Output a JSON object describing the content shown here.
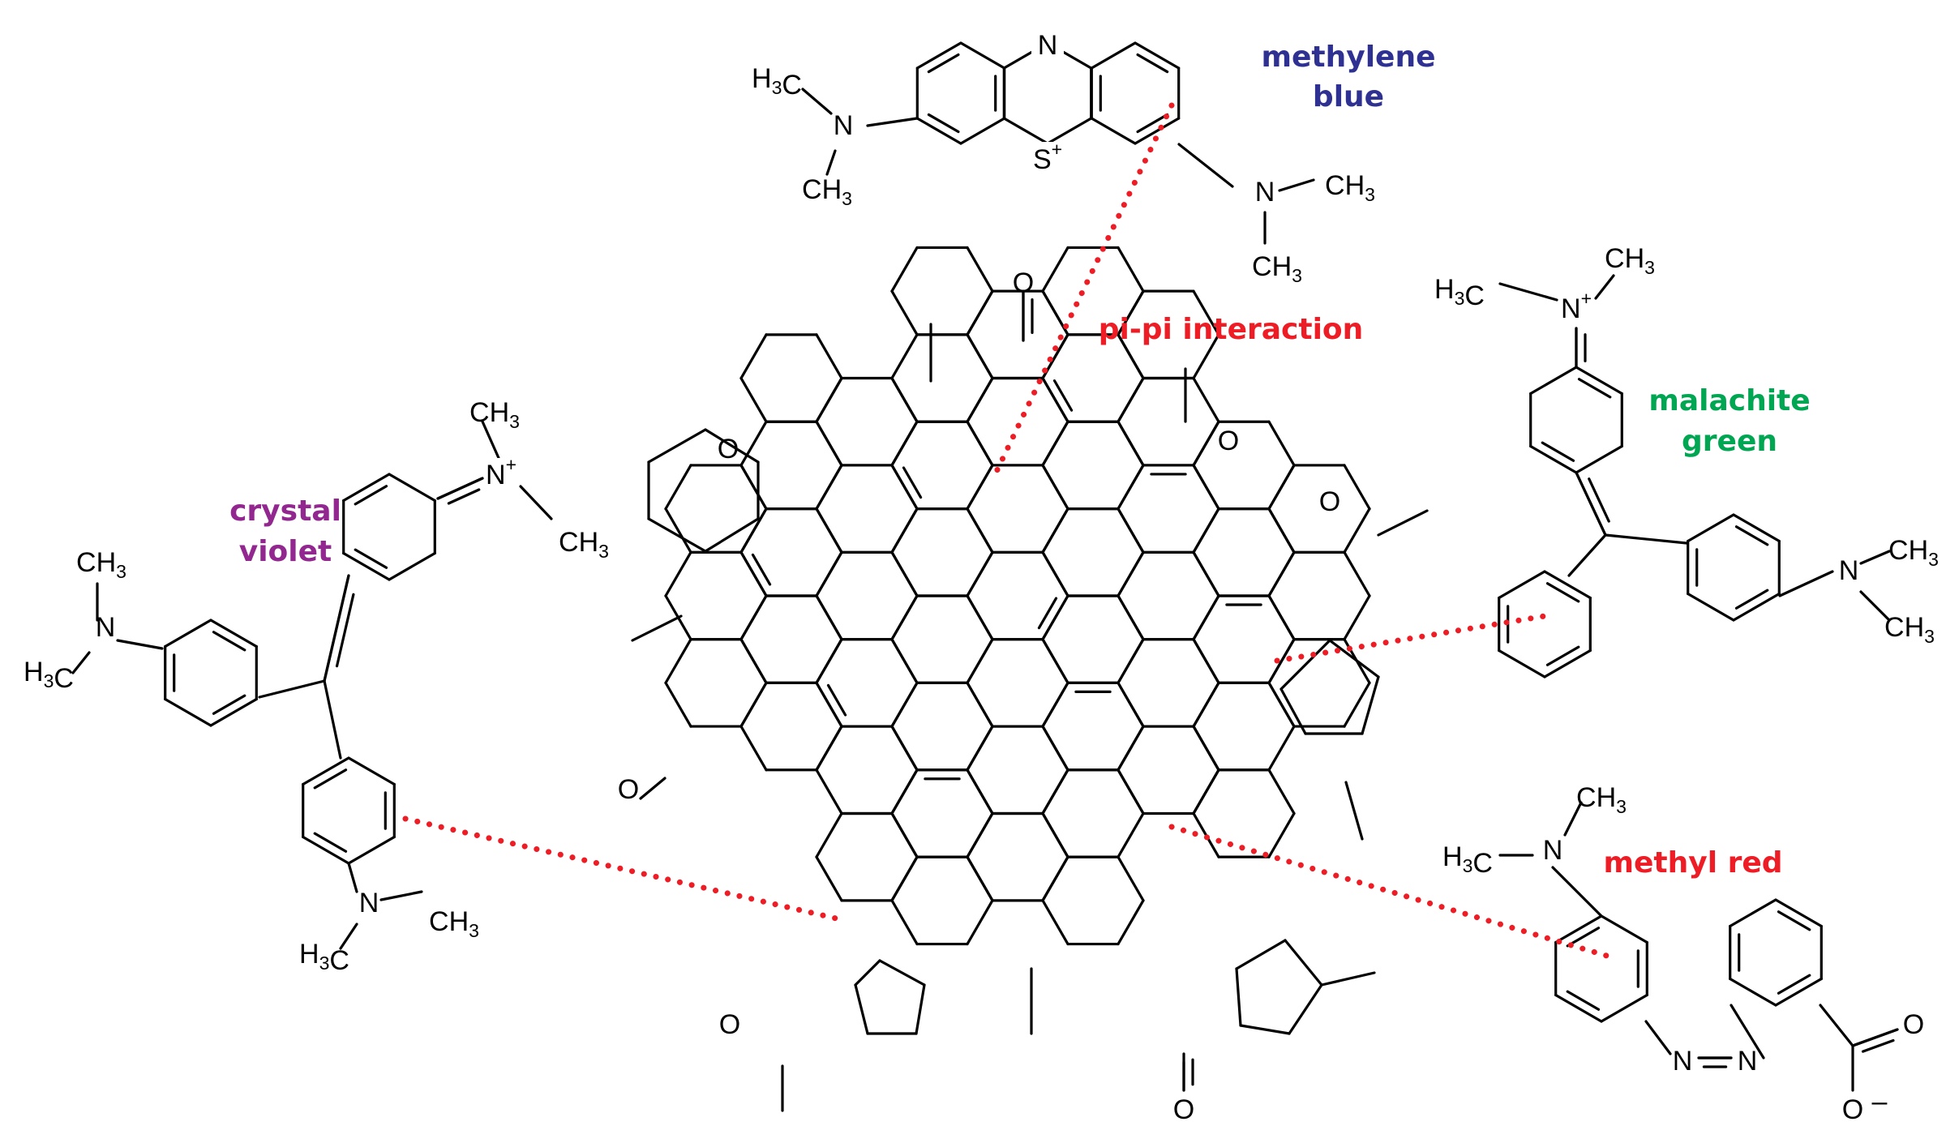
{
  "dyes": {
    "methylene_blue": {
      "name_line1": "methylene",
      "name_line2": "blue",
      "color": "#2e3192"
    },
    "malachite_green": {
      "name_line1": "malachite",
      "name_line2": "green",
      "color": "#00a651"
    },
    "crystal_violet": {
      "name_line1": "crystal",
      "name_line2": "violet",
      "color": "#92278f"
    },
    "methyl_red": {
      "name": "methyl red",
      "color": "#ee1c24"
    }
  },
  "interaction": {
    "label": "pi-pi interaction",
    "color": "#ee1c24"
  },
  "atoms": {
    "N": "N",
    "S": "S",
    "O": "O",
    "H": "H",
    "C": "C",
    "plus": "+",
    "minus": "–",
    "methyl_sub": "3"
  }
}
